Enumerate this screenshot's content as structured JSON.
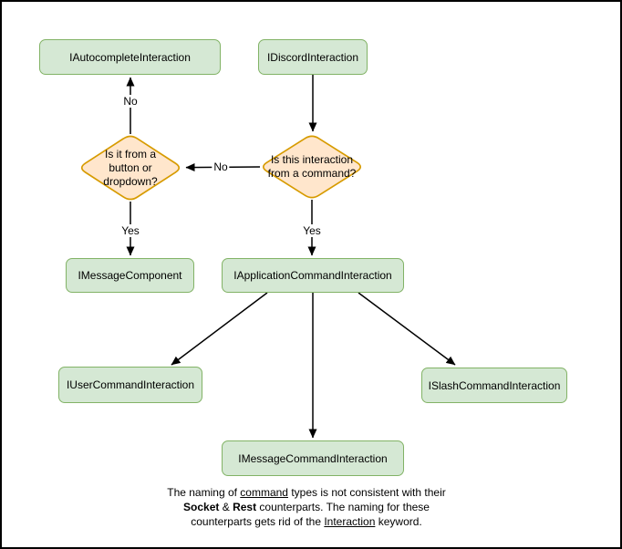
{
  "colors": {
    "canvas_bg": "#ffffff",
    "canvas_border": "#000000",
    "node_fill": "#d5e8d4",
    "node_border": "#82b366",
    "decision_fill": "#ffe6cc",
    "decision_border": "#d79b00",
    "arrow_color": "#000000",
    "text_color": "#000000"
  },
  "nodes": {
    "autocomplete": {
      "label": "IAutocompleteInteraction"
    },
    "discord": {
      "label": "IDiscordInteraction"
    },
    "button_dropdown_decision": {
      "label": "Is it from a button or dropdown?"
    },
    "command_decision": {
      "label": "Is this interaction from a command?"
    },
    "message_component": {
      "label": "IMessageComponent"
    },
    "application_command": {
      "label": "IApplicationCommandInteraction"
    },
    "user_command": {
      "label": "IUserCommandInteraction"
    },
    "slash_command": {
      "label": "ISlashCommandInteraction"
    },
    "message_command": {
      "label": "IMessageCommandInteraction"
    }
  },
  "edge_labels": {
    "autocomplete_no": "No",
    "decision_no": "No",
    "message_component_yes": "Yes",
    "application_command_yes": "Yes"
  },
  "note": {
    "line1": {
      "a": "The naming of ",
      "b": "command",
      "c": " types is not consistent with their"
    },
    "line2": {
      "a": "Socket",
      "b": " & ",
      "c": "Rest",
      "d": " counterparts. The naming for these"
    },
    "line3": {
      "a": "counterparts gets rid of the ",
      "b": "Interaction",
      "c": " keyword."
    }
  }
}
